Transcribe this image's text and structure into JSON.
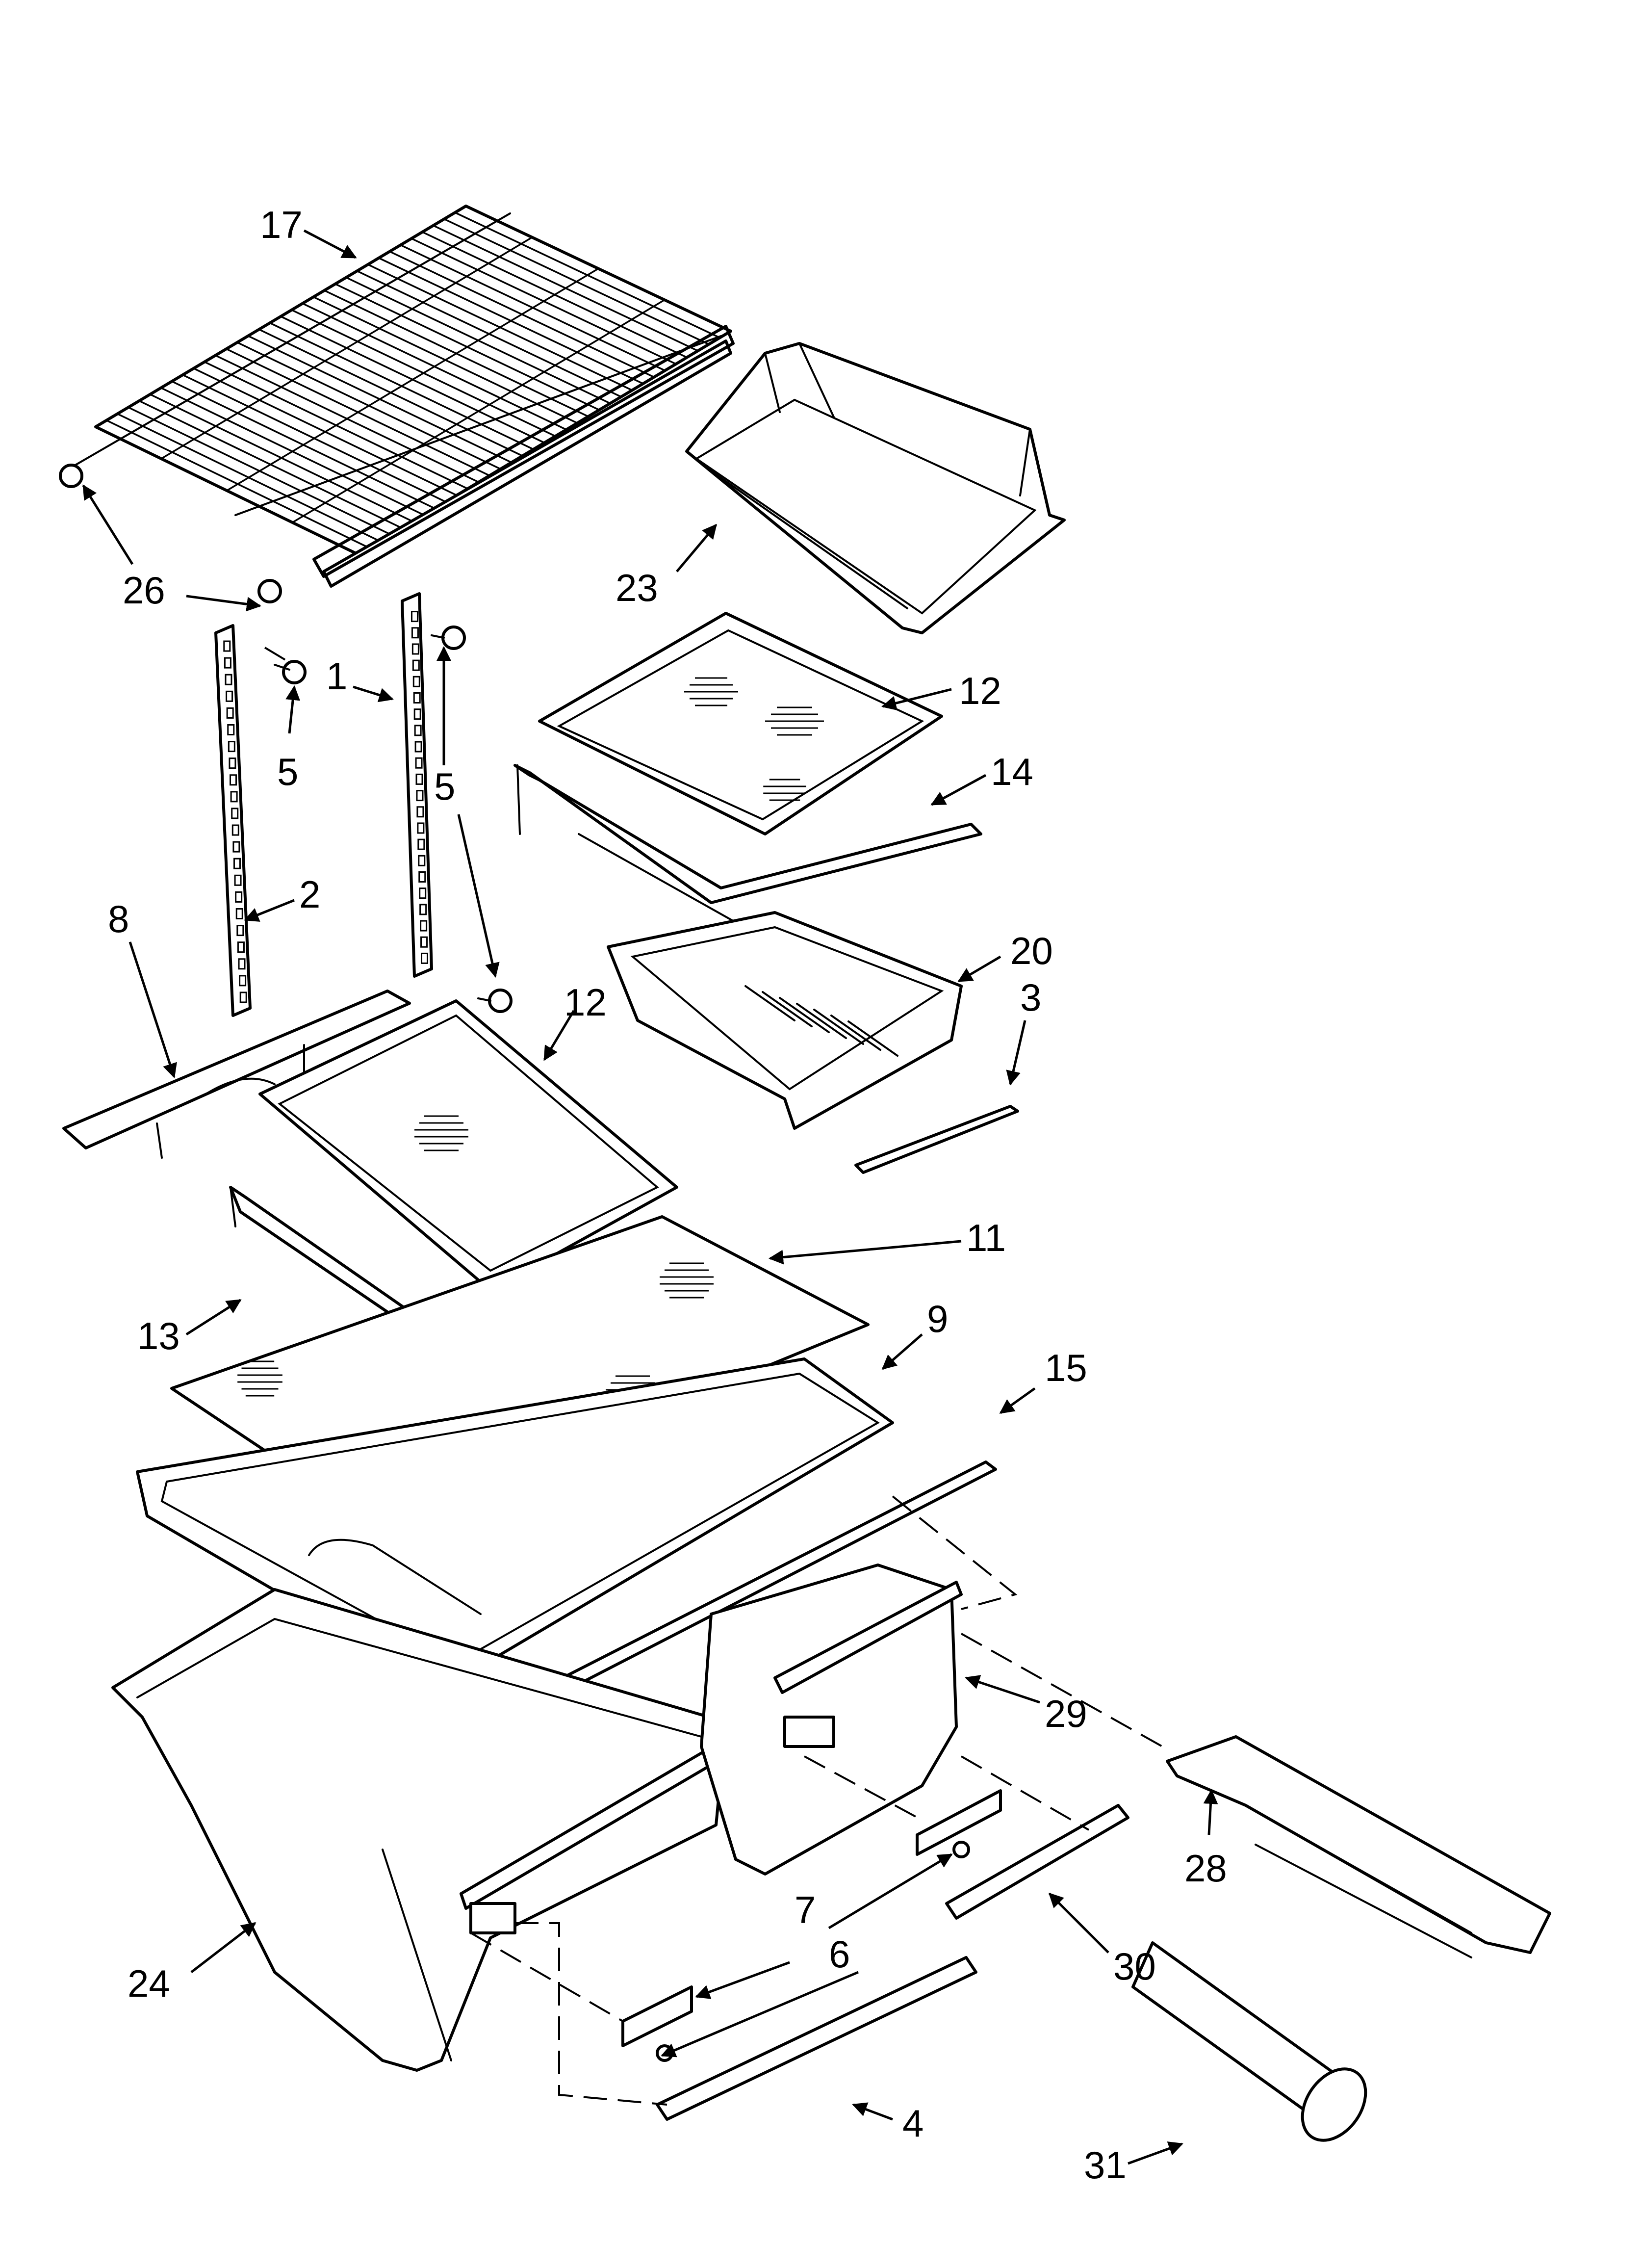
{
  "diagram": {
    "type": "exploded-parts-diagram",
    "callouts": [
      {
        "id": "c17",
        "label": "17"
      },
      {
        "id": "c26a",
        "label": "26"
      },
      {
        "id": "c5a",
        "label": "5"
      },
      {
        "id": "c1",
        "label": "1"
      },
      {
        "id": "c5b",
        "label": "5"
      },
      {
        "id": "c23",
        "label": "23"
      },
      {
        "id": "c12a",
        "label": "12"
      },
      {
        "id": "c14",
        "label": "14"
      },
      {
        "id": "c2",
        "label": "2"
      },
      {
        "id": "c8",
        "label": "8"
      },
      {
        "id": "c20",
        "label": "20"
      },
      {
        "id": "c3",
        "label": "3"
      },
      {
        "id": "c12b",
        "label": "12"
      },
      {
        "id": "c11",
        "label": "11"
      },
      {
        "id": "c13",
        "label": "13"
      },
      {
        "id": "c9",
        "label": "9"
      },
      {
        "id": "c15",
        "label": "15"
      },
      {
        "id": "c29",
        "label": "29"
      },
      {
        "id": "c28",
        "label": "28"
      },
      {
        "id": "c7",
        "label": "7"
      },
      {
        "id": "c6",
        "label": "6"
      },
      {
        "id": "c30",
        "label": "30"
      },
      {
        "id": "c24",
        "label": "24"
      },
      {
        "id": "c4",
        "label": "4"
      },
      {
        "id": "c31",
        "label": "31"
      }
    ]
  }
}
